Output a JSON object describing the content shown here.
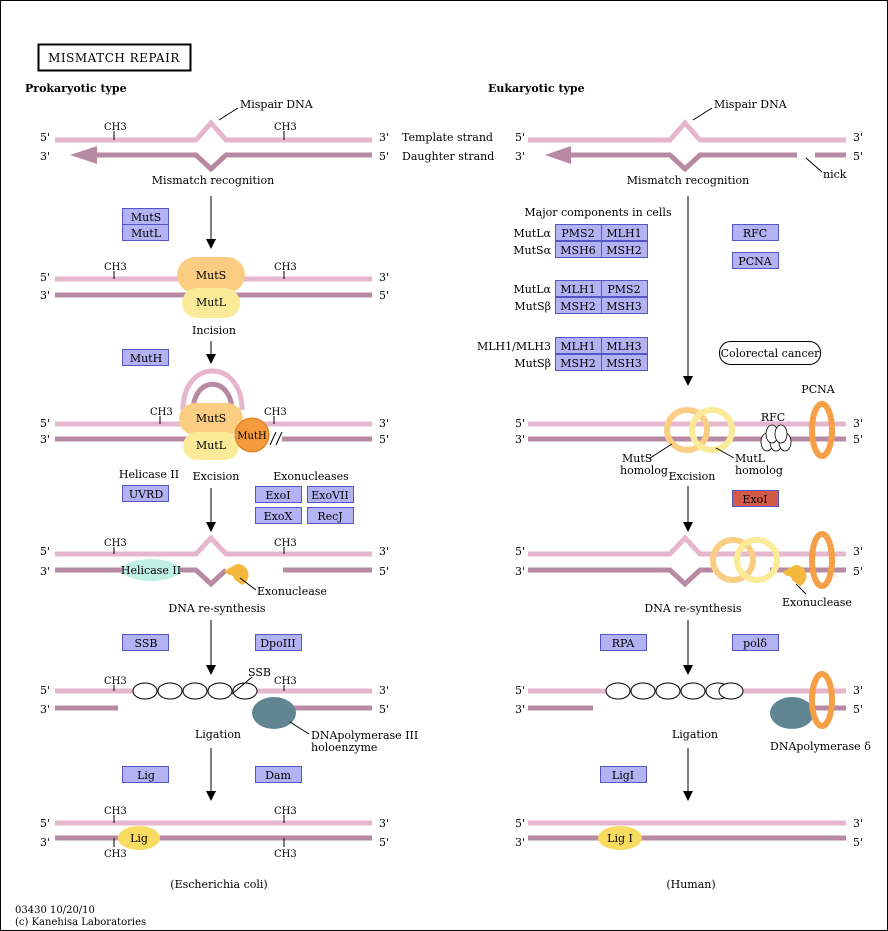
{
  "title": "MISMATCH REPAIR",
  "colors": {
    "strand_pink": "#e6b6cc",
    "strand_mauve": "#b889a3",
    "gene_box_fill": "#b3b3f4",
    "gene_box_border": "#5555c8",
    "exo_human_fill": "#d45a48",
    "muts_fill": "#fbcd82",
    "mutl_fill": "#fbeb98",
    "muth_fill": "#f39a3c",
    "helicase_fill": "#bff0e3",
    "polymerase_fill": "#628593",
    "pcna_ring": "#f5a046"
  },
  "prokaryote": {
    "heading": "Prokaryotic type",
    "mispair_label": "Mispair DNA",
    "template_strand_label": "Template strand",
    "daughter_strand_label": "Daughter strand",
    "end_5": "5'",
    "end_3": "3'",
    "methyl": "CH3",
    "steps": {
      "mismatch_recognition": "Mismatch recognition",
      "incision": "Incision",
      "excision": "Excision",
      "resynthesis": "DNA re-synthesis",
      "ligation": "Ligation"
    },
    "genes": {
      "muts": "MutS",
      "mutl": "MutL",
      "muth": "MutH",
      "uvrd": "UVRD",
      "exoi": "ExoI",
      "exovii": "ExoVII",
      "exox": "ExoX",
      "recj": "RecJ",
      "ssb": "SSB",
      "dpoiii": "DpoIII",
      "lig": "Lig",
      "dam": "Dam"
    },
    "group_labels": {
      "helicase_ii": "Helicase II",
      "exonucleases": "Exonucleases"
    },
    "complex_labels": {
      "muts": "MutS",
      "mutl": "MutL",
      "muth": "MutH",
      "helicase": "Helicase II",
      "exonuclease": "Exonuclease",
      "ssb": "SSB",
      "pol_line1": "DNApolymerase III",
      "pol_line2": "holoenzyme",
      "lig": "Lig"
    },
    "organism": "(Escherichia coli)"
  },
  "eukaryote": {
    "heading": "Eukaryotic type",
    "mispair_label": "Mispair DNA",
    "nick_label": "nick",
    "end_5": "5'",
    "end_3": "3'",
    "steps": {
      "mismatch_recognition": "Mismatch recognition",
      "excision": "Excision",
      "resynthesis": "DNA re-synthesis",
      "ligation": "Ligation"
    },
    "major_components_label": "Major components in cells",
    "complexes": [
      {
        "label_a": "MutLα",
        "label_b": "MutSα",
        "a1": "PMS2",
        "a2": "MLH1",
        "b1": "MSH6",
        "b2": "MSH2"
      },
      {
        "label_a": "MutLα",
        "label_b": "MutSβ",
        "a1": "MLH1",
        "a2": "PMS2",
        "b1": "MSH2",
        "b2": "MSH3"
      },
      {
        "label_a": "MLH1/MLH3",
        "label_b": "MutSβ",
        "a1": "MLH1",
        "a2": "MLH3",
        "b1": "MSH2",
        "b2": "MSH3"
      }
    ],
    "genes": {
      "rfc": "RFC",
      "pcna": "PCNA",
      "exoi": "ExoI",
      "rpa": "RPA",
      "pold": "polδ",
      "ligi": "LigI"
    },
    "disease": "Colorectal cancer",
    "complex_labels": {
      "pcna": "PCNA",
      "rfc": "RFC",
      "muts_homolog_1": "MutS",
      "muts_homolog_2": "homolog",
      "mutl_homolog_1": "MutL",
      "mutl_homolog_2": "homolog",
      "exonuclease": "Exonuclease",
      "pol": "DNApolymerase δ",
      "lig": "Lig I"
    },
    "organism": "(Human)"
  },
  "footer": {
    "line1": "03430 10/20/10",
    "line2": "(c) Kanehisa Laboratories"
  }
}
